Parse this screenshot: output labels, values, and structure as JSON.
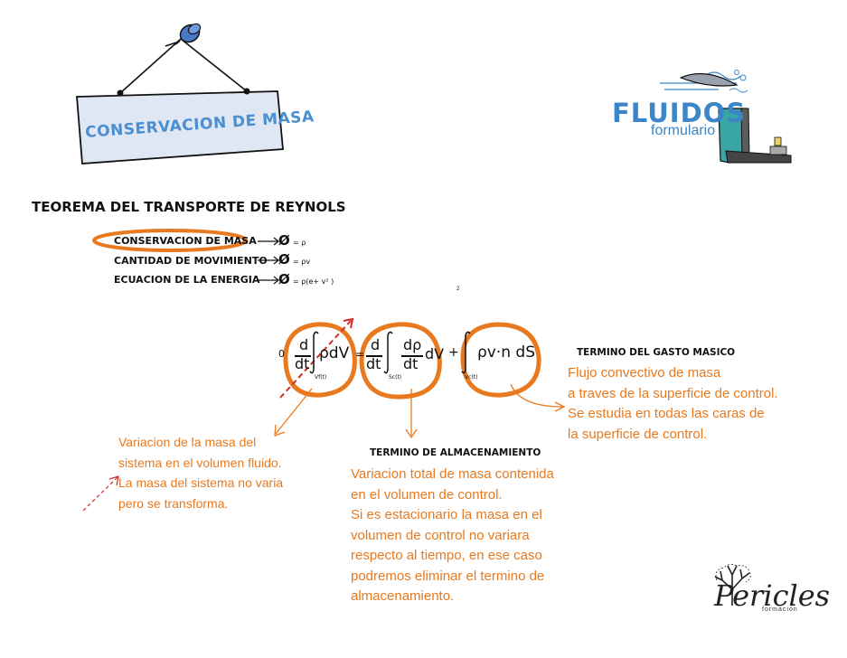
{
  "sign": {
    "text": "CONSERVACION DE MASA"
  },
  "logo": {
    "title": "FLUIDOS",
    "subtitle": "formulario"
  },
  "section_title": "TEOREMA DEL TRANSPORTE DE REYNOLS",
  "equations": [
    {
      "label": "CONSERVACION DE MASA",
      "symbol": "Ø",
      "value": "= ρ"
    },
    {
      "label": "CANTIDAD DE MOVIMIENTO",
      "symbol": "Ø",
      "value": "= ρv"
    },
    {
      "label": "ECUACION DE LA ENERGIA",
      "symbol": "Ø",
      "value": "= ρ(e+ v² )"
    }
  ],
  "footnote_mark": "2",
  "formula": {
    "prefix": "0",
    "equals": "=",
    "plus": "+",
    "term1": {
      "d": "d",
      "dt": "dt",
      "integrand": "ρdV",
      "subscript": "Vf(t)"
    },
    "term2": {
      "d": "d",
      "dt": "dt",
      "drho": "dρ",
      "dt2": "dt",
      "dv": "dV",
      "subscript": "Sc(t)"
    },
    "term3": {
      "integrand": "ρv·n dS",
      "subscript": "Vc(t)"
    }
  },
  "annotations": {
    "gasto": {
      "title": "TERMINO DEL GASTO MASICO",
      "lines": [
        "Flujo convectivo de masa",
        "a traves de la superficie de control.",
        "Se estudia en todas las caras de",
        "la superficie de control."
      ]
    },
    "almacenamiento": {
      "title": "TERMINO DE ALMACENAMIENTO",
      "lines": [
        "Variacion total de masa contenida",
        "en el volumen de control.",
        "Si es estacionario la masa en el",
        "volumen de control no variara",
        "respecto al tiempo, en ese caso",
        "podremos eliminar el termino de",
        " almacenamiento."
      ]
    },
    "variacion": {
      "lines": [
        "Variacion de la masa del",
        "sistema en el volumen fluido.",
        "La masa del sistema no varia",
        "pero se transforma."
      ]
    }
  },
  "brand": {
    "name": "Pericles",
    "tagline": "formación"
  },
  "colors": {
    "orange": "#e8791e",
    "blue": "#3a86c8",
    "sign_bg": "#dfe6f4",
    "teal": "#3aa5a5"
  }
}
